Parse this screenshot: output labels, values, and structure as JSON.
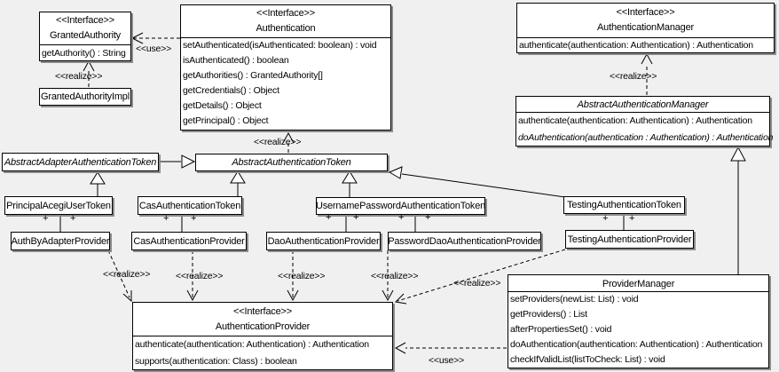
{
  "colors": {
    "background": "#f0f0f0",
    "box_fill": "#ffffff",
    "line": "#000000",
    "shadow": "#8c8c8c"
  },
  "labels": {
    "use": "<<use>>",
    "realize": "<<realize>>",
    "plus": "+"
  },
  "classes": {
    "granted_authority": {
      "stereotype": "<<Interface>>",
      "name": "GrantedAuthority",
      "methods": [
        "getAuthority() : String"
      ]
    },
    "granted_authority_impl": {
      "name": "GrantedAuthorityImpl"
    },
    "authentication": {
      "stereotype": "<<Interface>>",
      "name": "Authentication",
      "methods": [
        "setAuthenticated(isAuthenticated: boolean) : void",
        "isAuthenticated() : boolean",
        "getAuthorities() : GrantedAuthority[]",
        "getCredentials() : Object",
        "getDetails() : Object",
        "getPrincipal() : Object"
      ]
    },
    "authentication_manager": {
      "stereotype": "<<Interface>>",
      "name": "AuthenticationManager",
      "methods": [
        "authenticate(authentication: Authentication) : Authentication"
      ]
    },
    "abstract_authentication_manager": {
      "name": "AbstractAuthenticationManager",
      "methods": [
        "authenticate(authentication: Authentication) : Authentication",
        "doAuthentication(authentication : Authentication) : Authentication"
      ]
    },
    "abstract_adapter_authentication_token": {
      "name": "AbstractAdapterAuthenticationToken"
    },
    "abstract_authentication_token": {
      "name": "AbstractAuthenticationToken"
    },
    "principal_acegi_user_token": {
      "name": "PrincipalAcegiUserToken"
    },
    "cas_authentication_token": {
      "name": "CasAuthenticationToken"
    },
    "username_password_authentication_token": {
      "name": "UsernamePasswordAuthenticationToken"
    },
    "testing_authentication_token": {
      "name": "TestingAuthenticationToken"
    },
    "auth_by_adapter_provider": {
      "name": "AuthByAdapterProvider"
    },
    "cas_authentication_provider": {
      "name": "CasAuthenticationProvider"
    },
    "dao_authentication_provider": {
      "name": "DaoAuthenticationProvider"
    },
    "password_dao_authentication_provider": {
      "name": "PasswordDaoAuthenticationProvider"
    },
    "testing_authentication_provider": {
      "name": "TestingAuthenticationProvider"
    },
    "authentication_provider": {
      "stereotype": "<<Interface>>",
      "name": "AuthenticationProvider",
      "methods": [
        "authenticate(authentication: Authentication) : Authentication",
        "supports(authentication: Class) : boolean"
      ]
    },
    "provider_manager": {
      "name": "ProviderManager",
      "methods": [
        "setProviders(newList: List) : void",
        "getProviders() : List",
        "afterPropertiesSet() : void",
        "doAuthentication(authentication: Authentication) : Authentication",
        "checkIfValidList(listToCheck: List) : void"
      ]
    }
  }
}
